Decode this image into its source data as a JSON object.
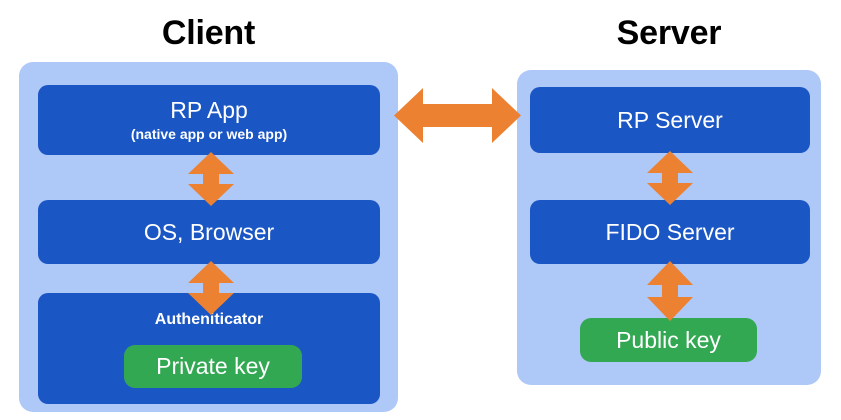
{
  "diagram": {
    "title": "FIDO client and server architecture",
    "background_color": "#ffffff",
    "colors": {
      "panel_light_blue": "#aec8f8",
      "box_dark_blue": "#1a56c4",
      "key_green": "#33a852",
      "arrow_orange": "#ec8131",
      "title_black": "#000000",
      "box_text_white": "#ffffff"
    }
  },
  "client": {
    "title": "Client",
    "boxes": [
      {
        "id": "rp-app",
        "label": "RP App",
        "sublabel": "(native app or web app)"
      },
      {
        "id": "os-browser",
        "label": "OS, Browser",
        "sublabel": ""
      },
      {
        "id": "authenticator",
        "label": "Autheniticator",
        "sublabel": ""
      }
    ],
    "key_chip": {
      "id": "private-key",
      "label": "Private key"
    }
  },
  "server": {
    "title": "Server",
    "boxes": [
      {
        "id": "rp-server",
        "label": "RP Server",
        "sublabel": ""
      },
      {
        "id": "fido-server",
        "label": "FIDO Server",
        "sublabel": ""
      }
    ],
    "key_chip": {
      "id": "public-key",
      "label": "Public key"
    }
  },
  "arrows": [
    {
      "id": "client-server",
      "from": "RP App",
      "to": "RP Server",
      "direction": "bidirectional",
      "orientation": "horizontal"
    },
    {
      "id": "rp-app-os-browser",
      "from": "RP App",
      "to": "OS, Browser",
      "direction": "bidirectional",
      "orientation": "vertical"
    },
    {
      "id": "os-browser-auth",
      "from": "OS, Browser",
      "to": "Autheniticator",
      "direction": "bidirectional",
      "orientation": "vertical"
    },
    {
      "id": "rp-server-fido",
      "from": "RP Server",
      "to": "FIDO Server",
      "direction": "bidirectional",
      "orientation": "vertical"
    },
    {
      "id": "fido-public-key",
      "from": "FIDO Server",
      "to": "Public key",
      "direction": "bidirectional",
      "orientation": "vertical"
    }
  ]
}
